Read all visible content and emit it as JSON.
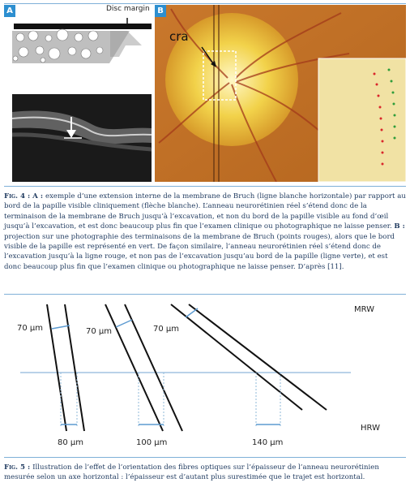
{
  "figure4": {
    "panel_a_label": "A",
    "panel_b_label": "B",
    "disc_margin_label": "Disc margin",
    "cra_label": "cra",
    "caption_label": "Fig. 4 : ",
    "caption_a_label": "A : ",
    "caption_a_text": "exemple d’une extension interne de la membrane de Bruch (ligne blanche horizontale) par rapport au bord de la papille visible cliniquement (flèche blanche). L’anneau neurorétinien réel s’étend donc de la terminaison de la membrane de Bruch jusqu’à l’excavation, et non du bord de la papille visible au fond d’œil jusqu’à l’excavation, et est donc beaucoup plus fin que l’examen clinique ou photographique ne laisse penser. ",
    "caption_b_label": "B : ",
    "caption_b_text": "projection sur une photographie des terminaisons de la membrane de Bruch (points rouges), alors que le bord visible de la papille est représenté en vert. De façon similaire, l’anneau neurorétinien réel s’étend donc de l’excavation jusqu’à la ligne rouge, et non pas de l’excavation jusqu’au bord de la papille (ligne verte), et est donc beaucoup plus fin que l’examen clinique ou photographique ne laisse penser. D’après [11]."
  },
  "figure5": {
    "mrw_label": "MRW",
    "hrw_label": "HRW",
    "mrw_values": [
      "70 µm",
      "70 µm",
      "70 µm"
    ],
    "hrw_values": [
      "80 µm",
      "100 µm",
      "140 µm"
    ],
    "caption_label": "Fig. 5 : ",
    "caption_text": "Illustration de l’effet de l’orientation des fibres optiques sur l’épaisseur de l’anneau neurorétinien mesurée selon un axe horizontal : l’épaisseur est d’autant plus surestimée que le trajet est horizontal."
  }
}
